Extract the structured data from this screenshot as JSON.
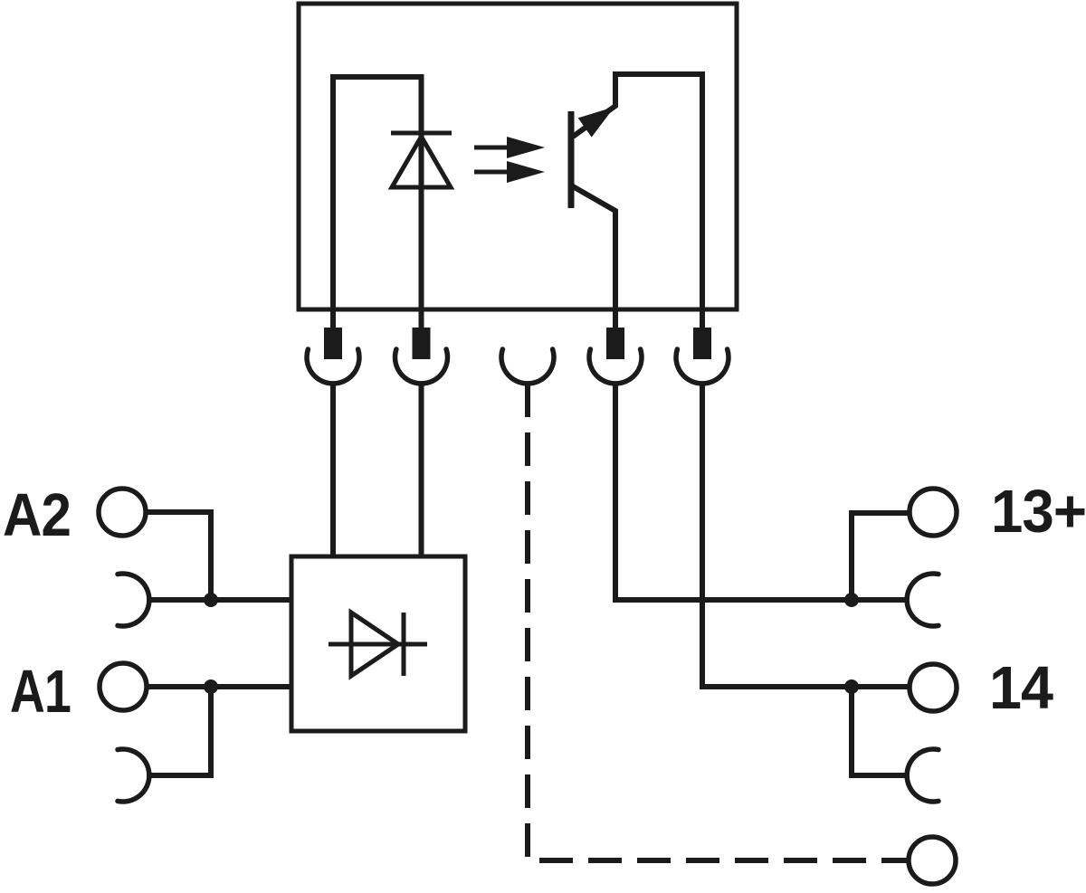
{
  "diagram": {
    "type": "terminal-wiring-schematic",
    "background_color": "#ffffff",
    "line_color": "#1b1b1b",
    "labels": {
      "a2": "A2",
      "a1": "A1",
      "out13": "13+",
      "out14": "14"
    },
    "components": {
      "optocoupler_block": {
        "parts": [
          "input-led",
          "light-emission-arrows",
          "phototransistor"
        ]
      },
      "input_protection_block": {
        "parts": [
          "protection-diode"
        ]
      },
      "plug_contact_row": {
        "clamp_count": 5,
        "pinned_contacts": 4,
        "dashed_link_contact": 1
      },
      "socket_terminals_left": [
        "A2",
        "A1"
      ],
      "socket_terminals_right": [
        "13+",
        "14"
      ],
      "auxiliary_terminal": {
        "connection_style": "dashed"
      }
    }
  }
}
